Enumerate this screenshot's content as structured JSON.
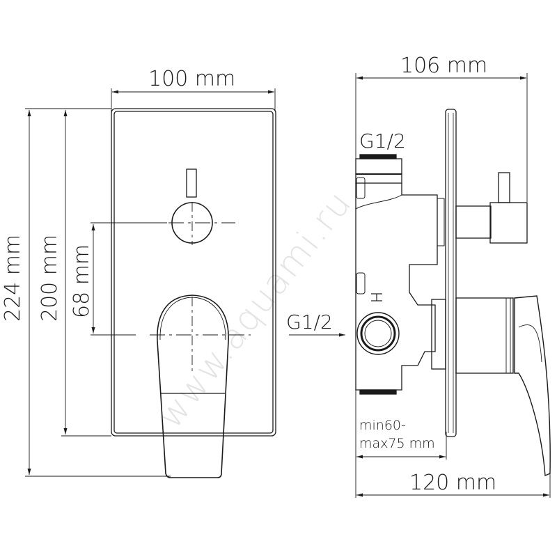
{
  "drawing": {
    "watermark": "www.aquami.ru",
    "front_view": {
      "width_label": "100 mm",
      "total_height_label": "224 mm",
      "plate_height_label": "200 mm",
      "center_distance_label": "68 mm"
    },
    "side_view": {
      "depth_label": "106 mm",
      "total_depth_label": "120 mm",
      "install_depth_label_line1": "min60-",
      "install_depth_label_line2": "max75 mm",
      "top_inlet_label": "G1/2",
      "side_inlet_label": "G1/2",
      "hot_marker": "H"
    },
    "colors": {
      "line": "#1a1a1a",
      "background": "#ffffff",
      "watermark": "#e4e4e4"
    }
  }
}
